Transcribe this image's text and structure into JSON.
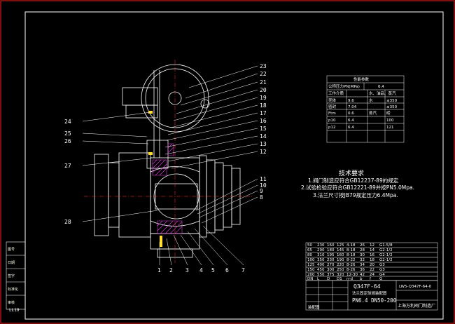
{
  "colors": {
    "background": "#000000",
    "outer_border": "#ff2020",
    "frame": "#ffffff",
    "part": "#ffffff",
    "hatch": "#e040e0",
    "accent_yellow": "#ffdd33",
    "centerline": "#ff3333",
    "leader": "#ffffff"
  },
  "part_numbers_left": [
    "24",
    "25",
    "26",
    "27",
    "28"
  ],
  "part_numbers_right": [
    "23",
    "22",
    "21",
    "20",
    "19",
    "18",
    "17",
    "16",
    "15",
    "14",
    "13",
    "12",
    "11",
    "10",
    "9",
    "8"
  ],
  "part_numbers_bottom": [
    "1",
    "2",
    "3",
    "4",
    "5",
    "6",
    "7"
  ],
  "spec_table": {
    "title": "性能参数",
    "row1_label": "公称压力PN(MPa)",
    "row1_value": "6.4",
    "header_medium": "工作介质",
    "header_temp": "水、油品、蒸汽",
    "rows": [
      [
        "壳体",
        "9.6",
        "水",
        "≤350"
      ],
      [
        "密封",
        "7.04",
        "",
        "≤350"
      ],
      [
        "Ftm",
        "0.6",
        "蒸汽",
        "磅"
      ],
      [
        "p10",
        "6.4",
        "",
        "100"
      ],
      [
        "p12",
        "6.4",
        "",
        "121"
      ]
    ]
  },
  "tech_req": {
    "title": "技术要求",
    "lines": [
      "1.阀门制造应符合GB12237-89的规定",
      "2.试验检验应符合GB12221-89并按PN5.0Mpa.",
      "3.法兰尺寸按JB79规定压力6.4Mpa."
    ]
  },
  "dim_table": {
    "rows": [
      [
        "50",
        "230",
        "160",
        "125",
        "4-18",
        "26",
        "12",
        "G1-5/8"
      ],
      [
        "65",
        "290",
        "180",
        "145",
        "8-18",
        "28",
        "14",
        "G2-1/2"
      ],
      [
        "80",
        "310",
        "195",
        "160",
        "8-18",
        "30",
        "16",
        "G2-1/2"
      ],
      [
        "100",
        "350",
        "230",
        "190",
        "8-22",
        "32",
        "18",
        "G2-1/2"
      ],
      [
        "125",
        "400",
        "270",
        "220",
        "8-26",
        "34",
        "20",
        "G3"
      ],
      [
        "150",
        "450",
        "300",
        "250",
        "8-26",
        "36",
        "22",
        "G3"
      ],
      [
        "200",
        "550",
        "375",
        "320",
        "12-30",
        "42",
        "24",
        "G4"
      ]
    ],
    "header": [
      "DN",
      "L",
      "D",
      "D1",
      "n-d",
      "b",
      "f",
      "G"
    ]
  },
  "title_block": {
    "model": "Q347F-64",
    "name": "法兰固定球阀装配图",
    "spec": "PN6.4  DN50-200",
    "drawing_no": "LW5-Q347F-64-0",
    "company": "上海万利阀门制造厂",
    "sheet_label": "装配图"
  },
  "side_stamp": [
    "图号",
    "日期",
    "签字",
    "标准化",
    "审核"
  ],
  "corner_code": "LL19"
}
